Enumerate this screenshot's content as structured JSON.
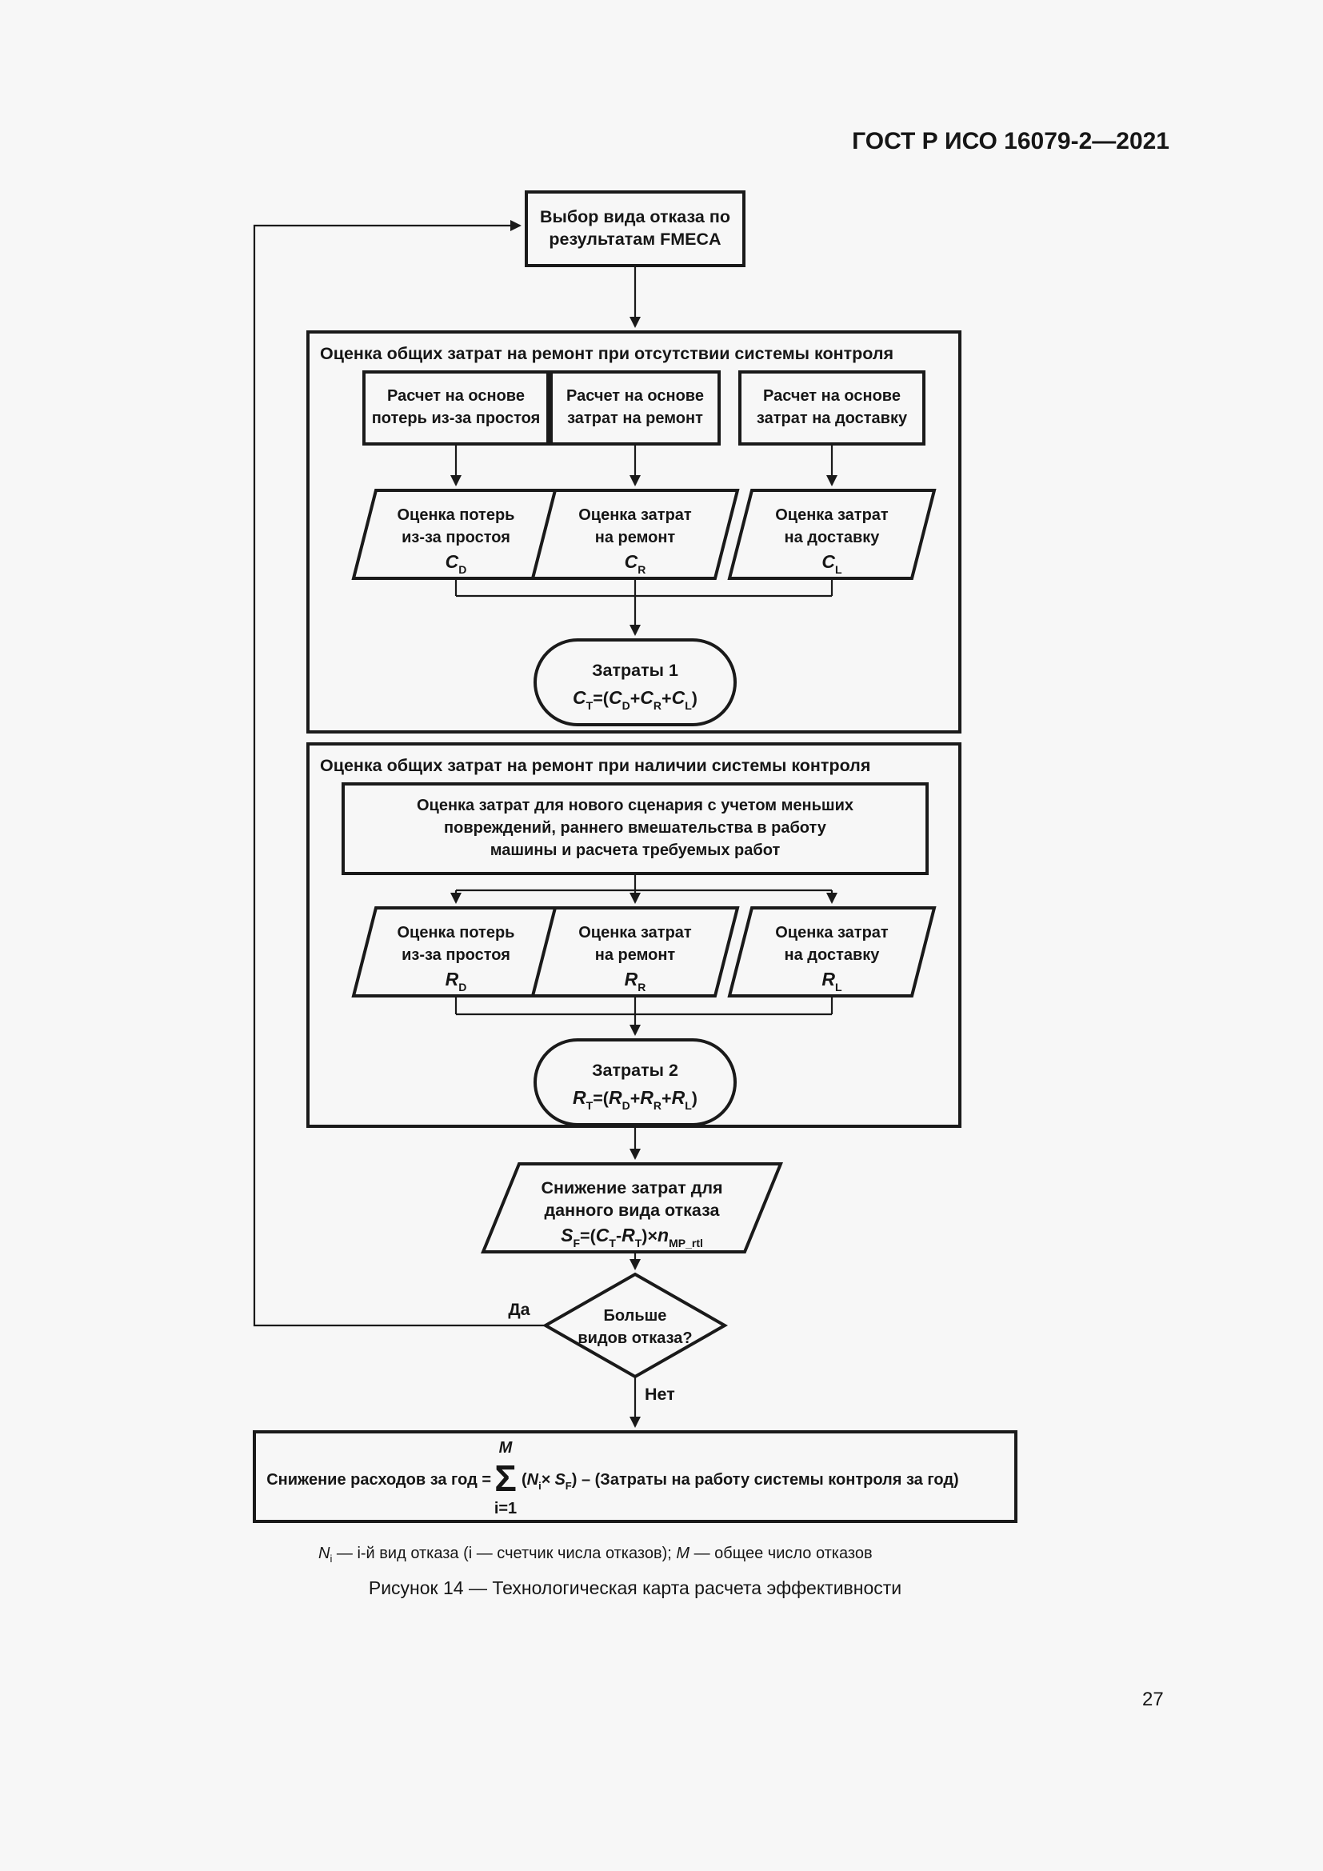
{
  "page": {
    "header": "ГОСТ Р ИСО 16079-2—2021",
    "page_number": "27"
  },
  "fc": {
    "start": {
      "line1": "Выбор вида отказа по",
      "line2": "результатам FMECA"
    },
    "yes": "Да",
    "no": "Нет",
    "decision": {
      "line1": "Больше",
      "line2": "видов отказа?"
    },
    "c1": {
      "title": "Оценка общих затрат на ремонт при отсутствии системы контроля",
      "boxes": [
        {
          "line1": "Расчет на основе",
          "line2": "потерь из-за простоя"
        },
        {
          "line1": "Расчет на основе",
          "line2": "затрат на ремонт"
        },
        {
          "line1": "Расчет на основе",
          "line2": "затрат на доставку"
        }
      ],
      "est": [
        {
          "line1": "Оценка потерь",
          "line2": "из-за простоя",
          "v": "C",
          "s": "D"
        },
        {
          "line1": "Оценка затрат",
          "line2": "на ремонт",
          "v": "C",
          "s": "R"
        },
        {
          "line1": "Оценка затрат",
          "line2": "на доставку",
          "v": "C",
          "s": "L"
        }
      ],
      "total": {
        "title": "Затраты 1",
        "f": {
          "v1": "C",
          "s1": "T",
          "op1": "=(",
          "v2": "C",
          "s2": "D",
          "op2": "+",
          "v3": "C",
          "s3": "R",
          "op3": "+",
          "v4": "C",
          "s4": "L",
          "op4": ")"
        }
      }
    },
    "c2": {
      "title": "Оценка общих затрат на ремонт при наличии системы контроля",
      "scenario": {
        "line1": "Оценка затрат для нового сценария с учетом меньших",
        "line2": "повреждений, раннего вмешательства в работу",
        "line3": "машины и расчета требуемых работ"
      },
      "est": [
        {
          "line1": "Оценка потерь",
          "line2": "из-за простоя",
          "v": "R",
          "s": "D"
        },
        {
          "line1": "Оценка затрат",
          "line2": "на ремонт",
          "v": "R",
          "s": "R"
        },
        {
          "line1": "Оценка затрат",
          "line2": "на доставку",
          "v": "R",
          "s": "L"
        }
      ],
      "total": {
        "title": "Затраты 2",
        "f": {
          "v1": "R",
          "s1": "T",
          "op1": "=(",
          "v2": "R",
          "s2": "D",
          "op2": "+",
          "v3": "R",
          "s3": "R",
          "op3": "+",
          "v4": "R",
          "s4": "L",
          "op4": ")"
        }
      }
    },
    "savings": {
      "line1": "Снижение затрат для",
      "line2": "данного вида отказа",
      "f": {
        "v1": "S",
        "s1": "F",
        "op1": "=(",
        "v2": "C",
        "s2": "T",
        "op2": "-",
        "v3": "R",
        "s3": "T",
        "op3": ")×",
        "v4": "n",
        "s4": "MP_rtl"
      }
    },
    "annual": {
      "label": "Снижение расходов за год =",
      "sum_upper": "M",
      "sum_sym": "Σ",
      "sum_lower": "i=1",
      "t1": "(",
      "n": "N",
      "n_sub": "i",
      "t2": "×",
      "s": "S",
      "s_sub": "F",
      "t3": ") – (Затраты на работу системы контроля за год)"
    }
  },
  "note": {
    "n": "N",
    "n_sub": "i",
    "t1": " — i-й вид отказа (i — счетчик числа отказов); ",
    "m": "M",
    "t2": " — общее число отказов"
  },
  "fig_caption": "Рисунок 14 — Технологическая карта расчета эффективности"
}
